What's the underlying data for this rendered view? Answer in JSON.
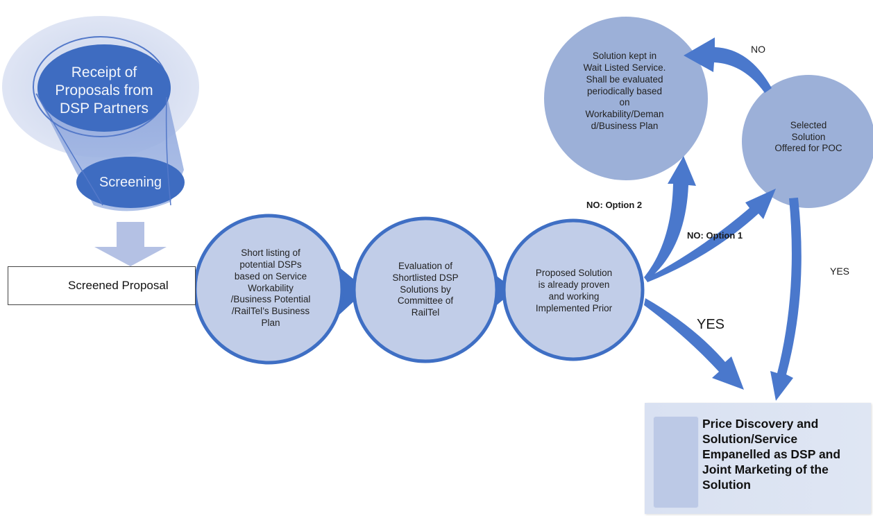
{
  "funnel": {
    "title": "Receipt of\nProposals from\nDSP Partners",
    "screening": "Screening"
  },
  "screened_proposal": "Screened Proposal",
  "nodes": {
    "shortlisting": "Short listing of\npotential DSPs\nbased on Service\nWorkability\n/Business Potential\n/RailTel’s Business\nPlan",
    "evaluation": "Evaluation of\nShortlisted DSP\nSolutions by\nCommittee of\nRailTel",
    "proven": "Proposed Solution\nis already proven\nand working\nImplemented Prior",
    "waitlisted": "Solution kept in\nWait Listed Service.\nShall be evaluated\nperiodically based\non\nWorkability/Deman\nd/Business Plan",
    "poc": "Selected\nSolution\nOffered for POC"
  },
  "edges": {
    "option2": "NO: Option 2",
    "option1": "NO: Option 1",
    "no": "NO",
    "yes_poc": "YES",
    "yes_main": "YES"
  },
  "final": {
    "text": "Price Discovery and\nSolution/Service\nEmpanelled  as DSP and\nJoint Marketing of the\nSolution"
  },
  "colors": {
    "circle_fill": "#bfcce6",
    "circle_border": "#3f6fc4",
    "arrow": "#4a78cc",
    "light_circle": "#9cb0d8",
    "box_fill": "#dce4f2"
  }
}
